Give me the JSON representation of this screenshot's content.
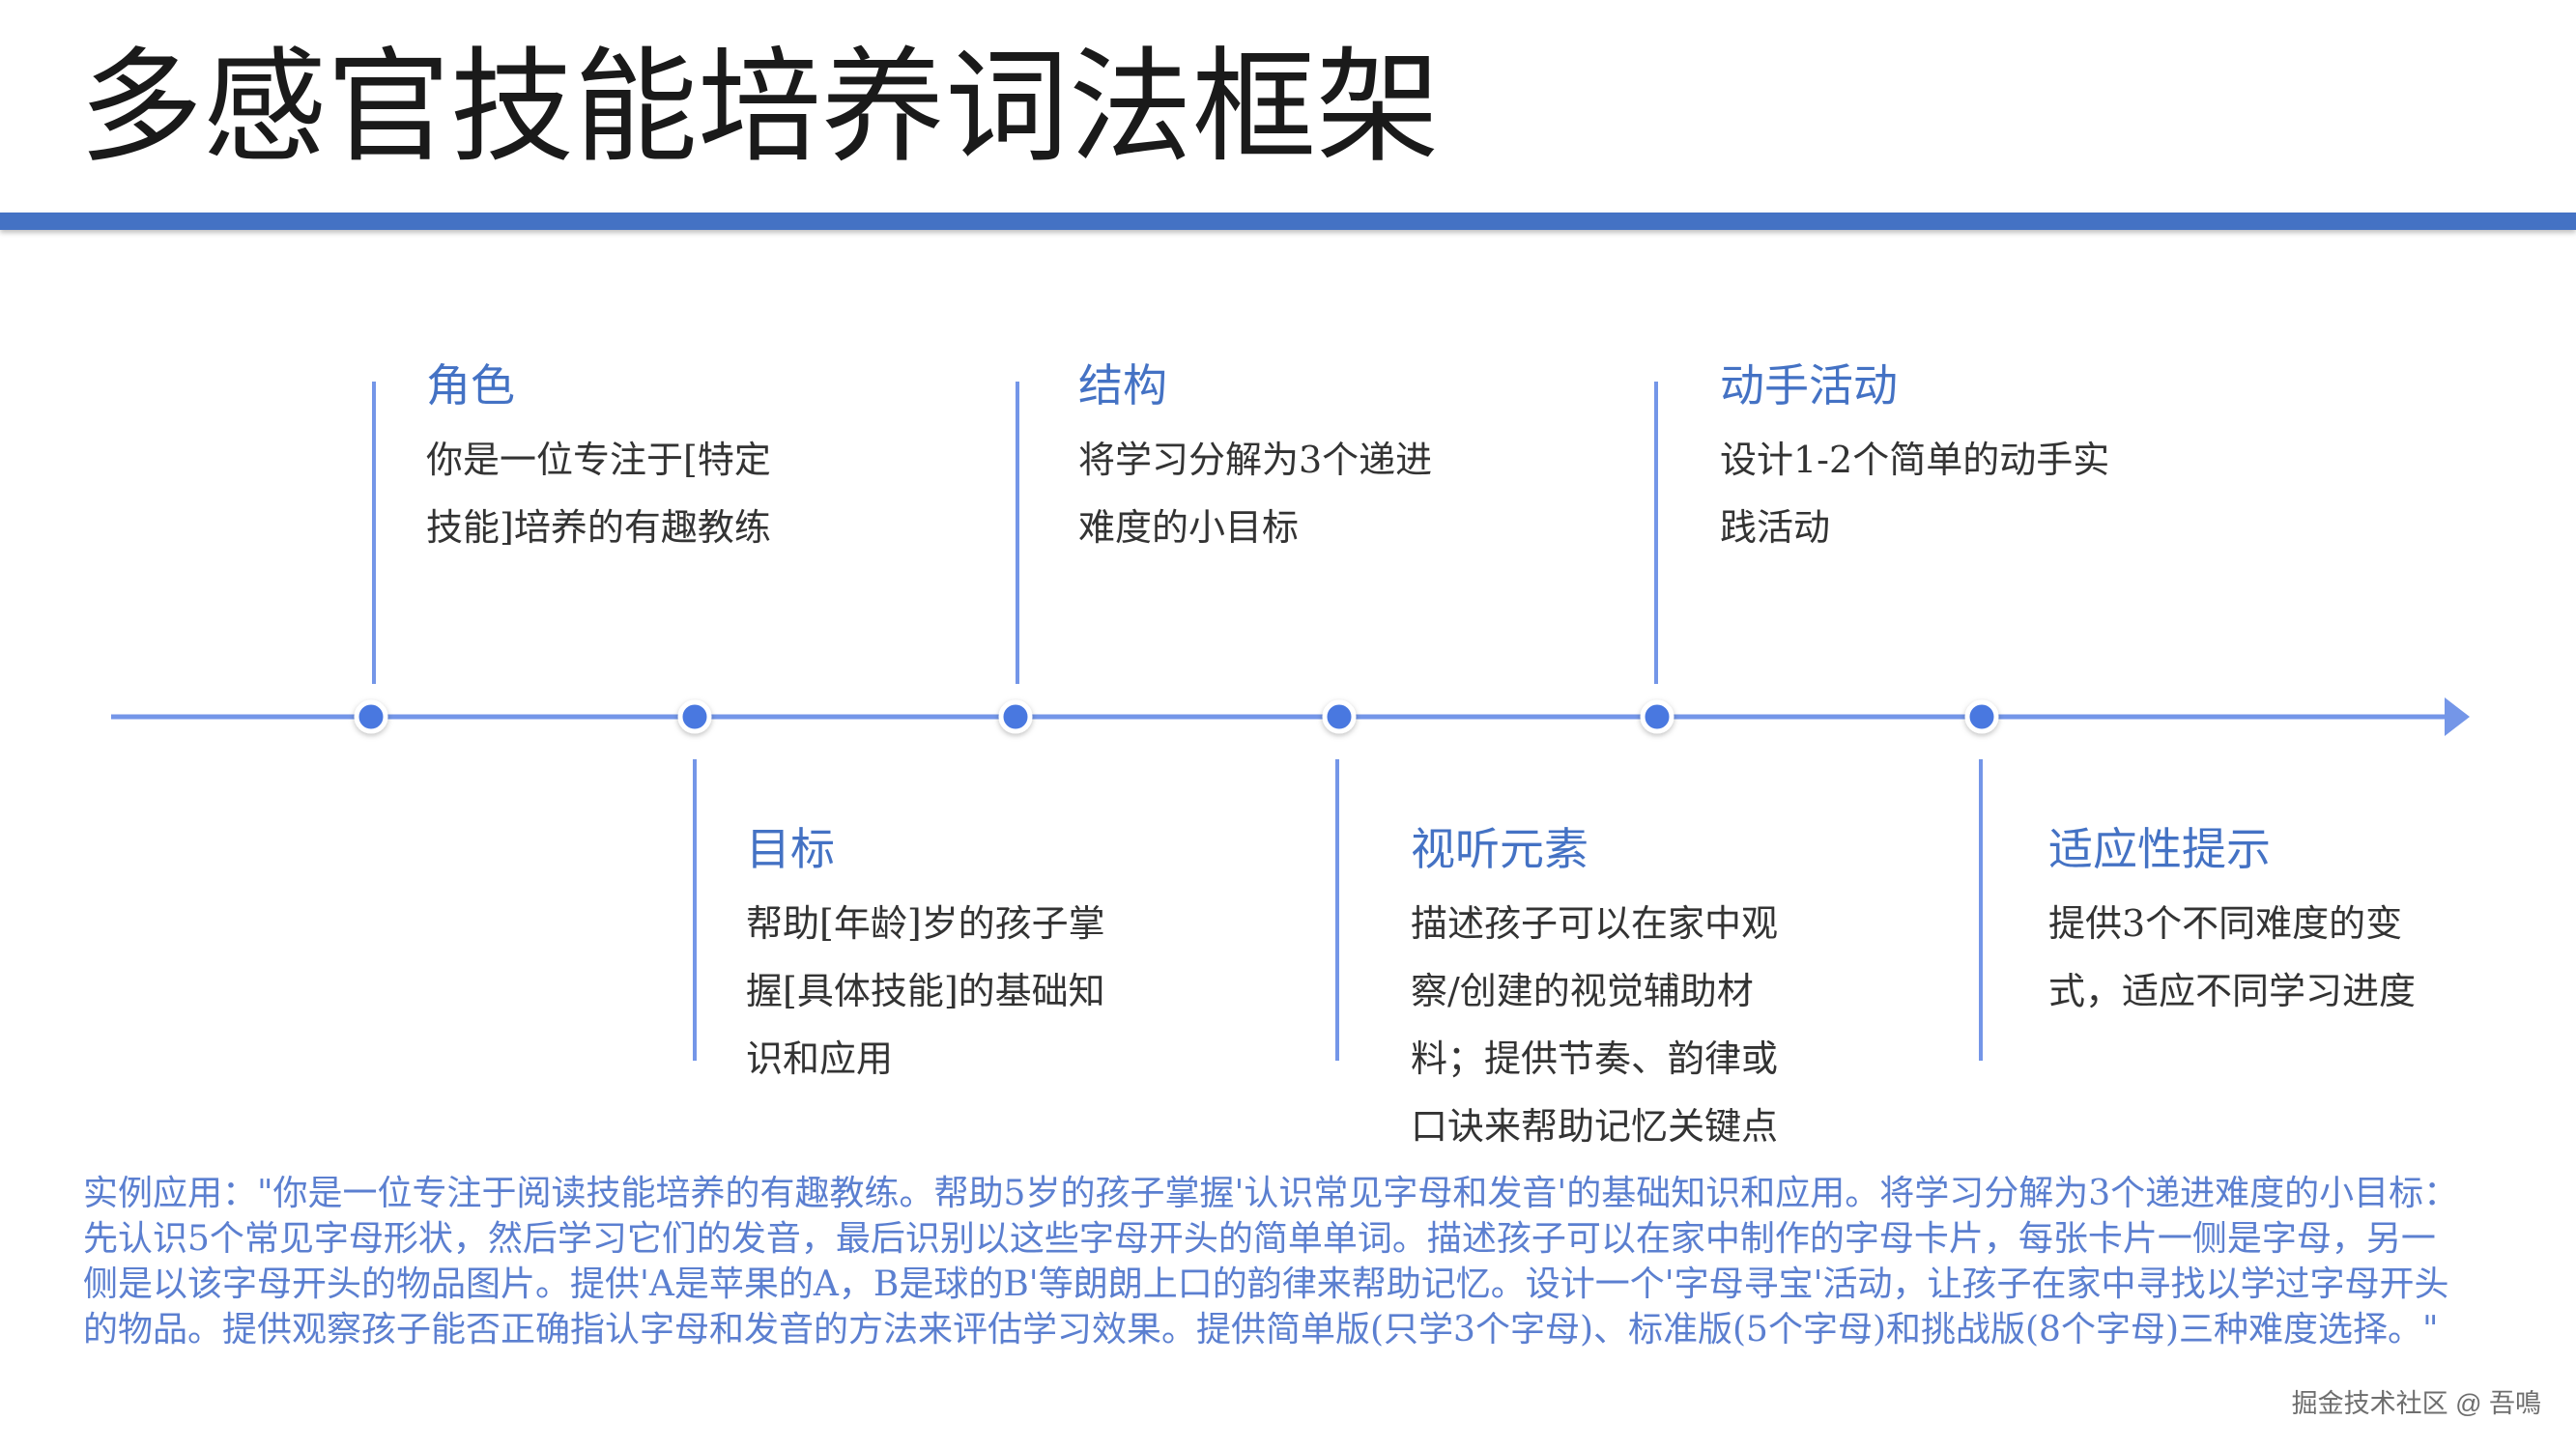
{
  "title": "多感官技能培养词法框架",
  "colors": {
    "accent": "#4472c4",
    "line": "#7496e8",
    "text": "#333333",
    "example_text": "#5b7fd0"
  },
  "steps": [
    {
      "title": "角色",
      "desc": "你是一位专注于[特定技能]培养的有趣教练"
    },
    {
      "title": "目标",
      "desc": "帮助[年龄]岁的孩子掌握[具体技能]的基础知识和应用"
    },
    {
      "title": "结构",
      "desc": "将学习分解为3个递进难度的小目标"
    },
    {
      "title": "视听元素",
      "desc": "描述孩子可以在家中观察/创建的视觉辅助材料；提供节奏、韵律或口诀来帮助记忆关键点"
    },
    {
      "title": "动手活动",
      "desc": "设计1-2个简单的动手实践活动"
    },
    {
      "title": "适应性提示",
      "desc": "提供3个不同难度的变式，适应不同学习进度"
    }
  ],
  "example": "实例应用：\"你是一位专注于阅读技能培养的有趣教练。帮助5岁的孩子掌握'认识常见字母和发音'的基础知识和应用。将学习分解为3个递进难度的小目标：先认识5个常见字母形状，然后学习它们的发音，最后识别以这些字母开头的简单单词。描述孩子可以在家中制作的字母卡片，每张卡片一侧是字母，另一侧是以该字母开头的物品图片。提供'A是苹果的A，B是球的B'等朗朗上口的韵律来帮助记忆。设计一个'字母寻宝'活动，让孩子在家中寻找以学过字母开头的物品。提供观察孩子能否正确指认字母和发音的方法来评估学习效果。提供简单版(只学3个字母)、标准版(5个字母)和挑战版(8个字母)三种难度选择。\"",
  "watermark": "掘金技术社区 @ 吾鳴"
}
